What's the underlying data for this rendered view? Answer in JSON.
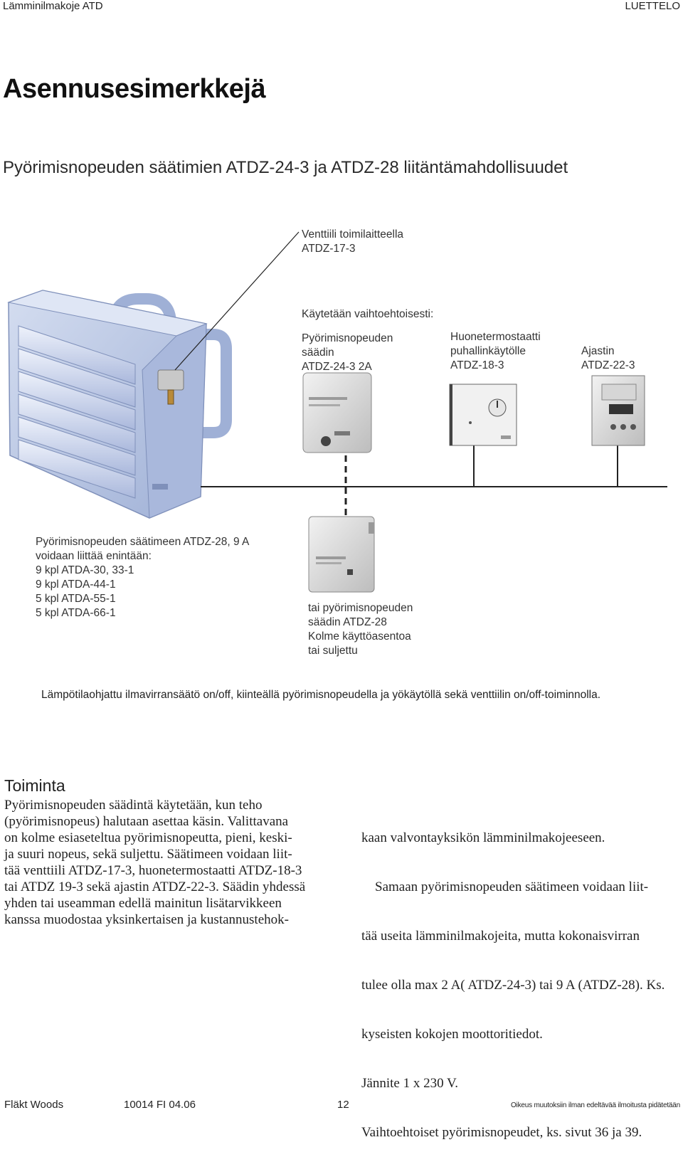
{
  "header": {
    "left": "Lämminilmakoje ATD",
    "right": "LUETTELO"
  },
  "title": "Asennusesimerkkejä",
  "subtitle": "Pyörimisnopeuden säätimien ATDZ-24-3 ja ATDZ-28 liitäntämahdollisuudet",
  "diagram": {
    "valve_label": "Venttiili toimilaitteella\nATDZ-17-3",
    "alt_heading": "Käytetään vaihtoehtoisesti:",
    "controller_label": "Pyörimisnopeuden\nsäädin\nATDZ-24-3 2A",
    "thermostat_label": "Huonetermostaatti\npuhallinkäytölle\nATDZ-18-3",
    "timer_label": "Ajastin\nATDZ-22-3",
    "connect_label": "Pyörimisnopeuden säätimeen ATDZ-28, 9 A\nvoidaan liittää enintään:\n9 kpl ATDA-30, 33-1\n9 kpl ATDA-44-1\n5 kpl ATDA-55-1\n5 kpl ATDA-66-1",
    "alt_controller_label": "tai pyörimisnopeuden\nsäädin ATDZ-28\nKolme käyttöasentoa\ntai suljettu",
    "colors": {
      "heater_body": "#bfcbe6",
      "heater_frame": "#8d9dc4",
      "line": "#222222"
    }
  },
  "caption": "Lämpötilaohjattu ilmavirransäätö on/off, kiinteällä pyörimisnopeudella ja yökäytöllä sekä venttiilin on/off-toiminnolla.",
  "section": {
    "heading": "Toiminta",
    "col1": [
      "Pyörimisnopeuden säädintä käytetään, kun teho",
      "(pyörimisnopeus) halutaan asettaa käsin. Valittavana",
      "on kolme esiaseteltua pyörimisnopeutta, pieni, keski-",
      "ja suuri nopeus, sekä suljettu. Säätimeen voidaan liit-",
      "tää venttiili ATDZ-17-3, huonetermostaatti ATDZ-18-3",
      "tai ATDZ 19-3 sekä ajastin ATDZ-22-3. Säädin yhdessä",
      "yhden tai useamman edellä mainitun lisätarvikkeen",
      "kanssa muodostaa yksinkertaisen ja kustannustehok-"
    ],
    "col2": [
      "kaan valvontayksikön lämminilmakojeeseen.",
      "    Samaan pyörimisnopeuden säätimeen voidaan liit-",
      "tää useita lämminilmakojeita, mutta kokonaisvirran",
      "tulee olla max 2 A( ATDZ-24-3) tai 9 A (ATDZ-28). Ks.",
      "kyseisten kokojen moottoritiedot.",
      "Jännite 1 x 230 V.",
      "Vaihtoehtoiset pyörimisnopeudet, ks. sivut 36 ja 39."
    ]
  },
  "footer": {
    "brand": "Fläkt Woods",
    "code": "10014 FI 04.06",
    "page": "12",
    "note": "Oikeus muutoksiin ilman edeltävää ilmoitusta pidätetään"
  }
}
